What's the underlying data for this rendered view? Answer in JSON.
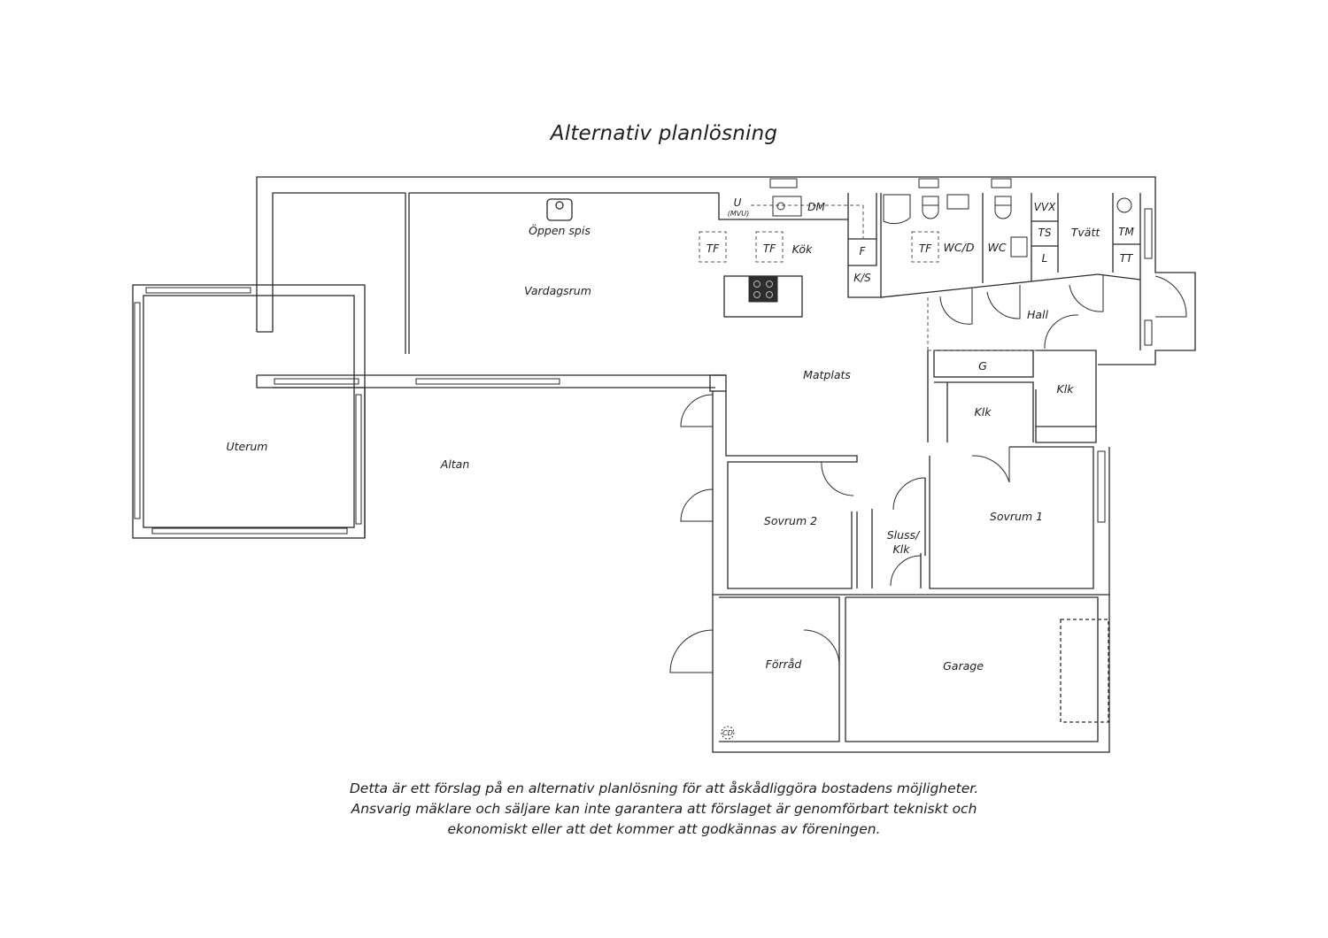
{
  "title": "Alternativ planlösning",
  "rooms": {
    "uterum": "Uterum",
    "altan": "Altan",
    "vardagsrum": "Vardagsrum",
    "oppen_spis": "Öppen spis",
    "kok": "Kök",
    "matplats": "Matplats",
    "hall": "Hall",
    "tvatt": "Tvätt",
    "wc_d": "WC/D",
    "wc": "WC",
    "g": "G",
    "klk_center": "Klk",
    "klk_right": "Klk",
    "sovrum1": "Sovrum 1",
    "sovrum2": "Sovrum 2",
    "sluss_line1": "Sluss/",
    "sluss_line2": "Klk",
    "forrad": "Förråd",
    "garage": "Garage"
  },
  "fixtures": {
    "u": "U",
    "mvu": "(MVU)",
    "dm": "DM",
    "f": "F",
    "ks": "K/S",
    "tf_kitchen_1": "TF",
    "tf_kitchen_2": "TF",
    "tf_bath": "TF",
    "vvx": "VVX",
    "ts": "TS",
    "l": "L",
    "tm": "TM",
    "tt": "TT",
    "cd": "CD"
  },
  "disclaimer": [
    "Detta är ett förslag på en alternativ planlösning för att åskådliggöra bostadens möjligheter.",
    "Ansvarig mäklare och säljare kan inte garantera att förslaget är genomförbart tekniskt och",
    "ekonomiskt eller att det kommer att godkännas av föreningen."
  ]
}
